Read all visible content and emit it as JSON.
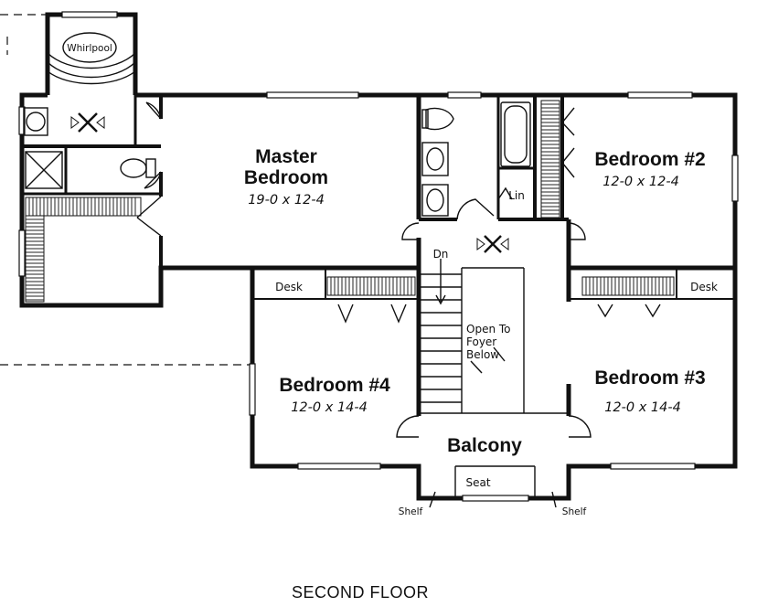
{
  "rooms": {
    "master": {
      "name_line1": "Master",
      "name_line2": "Bedroom",
      "size": "19-0 x 12-4"
    },
    "bedroom2": {
      "name": "Bedroom #2",
      "size": "12-0 x 12-4"
    },
    "bedroom3": {
      "name": "Bedroom #3",
      "size": "12-0 x 14-4"
    },
    "bedroom4": {
      "name": "Bedroom #4",
      "size": "12-0 x 14-4"
    },
    "balcony": {
      "name": "Balcony"
    }
  },
  "labels": {
    "whirlpool": "Whirlpool",
    "linen": "Lin",
    "down": "Dn",
    "open_line1": "Open To",
    "open_line2": "Foyer",
    "open_line3": "Below",
    "desk_left": "Desk",
    "desk_right": "Desk",
    "seat": "Seat",
    "shelf_left": "Shelf",
    "shelf_right": "Shelf"
  },
  "caption": "SECOND FLOOR"
}
